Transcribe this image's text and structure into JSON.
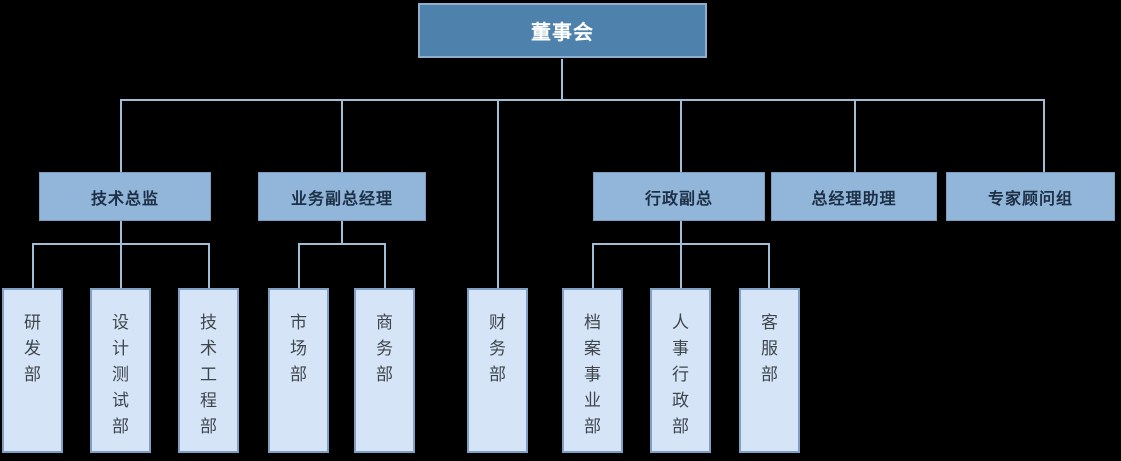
{
  "org": {
    "root": {
      "label": "董事会"
    },
    "managers": [
      {
        "label": "技术总监",
        "departments": [
          "研发部",
          "设计测试部",
          "技术工程部"
        ]
      },
      {
        "label": "业务副总经理",
        "departments": [
          "市场部",
          "商务部"
        ]
      },
      {
        "label": "行政副总",
        "departments": [
          "档案事业部",
          "人事行政部",
          "客服部"
        ]
      },
      {
        "label": "总经理助理",
        "departments": []
      },
      {
        "label": "专家顾问组",
        "departments": []
      }
    ],
    "root_departments": [
      "财务部"
    ]
  },
  "colors": {
    "background": "#000000",
    "connector": "#A2BDD6",
    "root_fill": "#4E81AC",
    "root_border": "#8FB0CD",
    "root_text": "#FFFFFF",
    "level2_fill": "#92B6DA",
    "level2_border": "#7B9CBD",
    "level2_text": "#1C2F45",
    "dept_fill": "#D5E5F7",
    "dept_border": "#7FA0C2",
    "dept_text": "#3F454C"
  }
}
